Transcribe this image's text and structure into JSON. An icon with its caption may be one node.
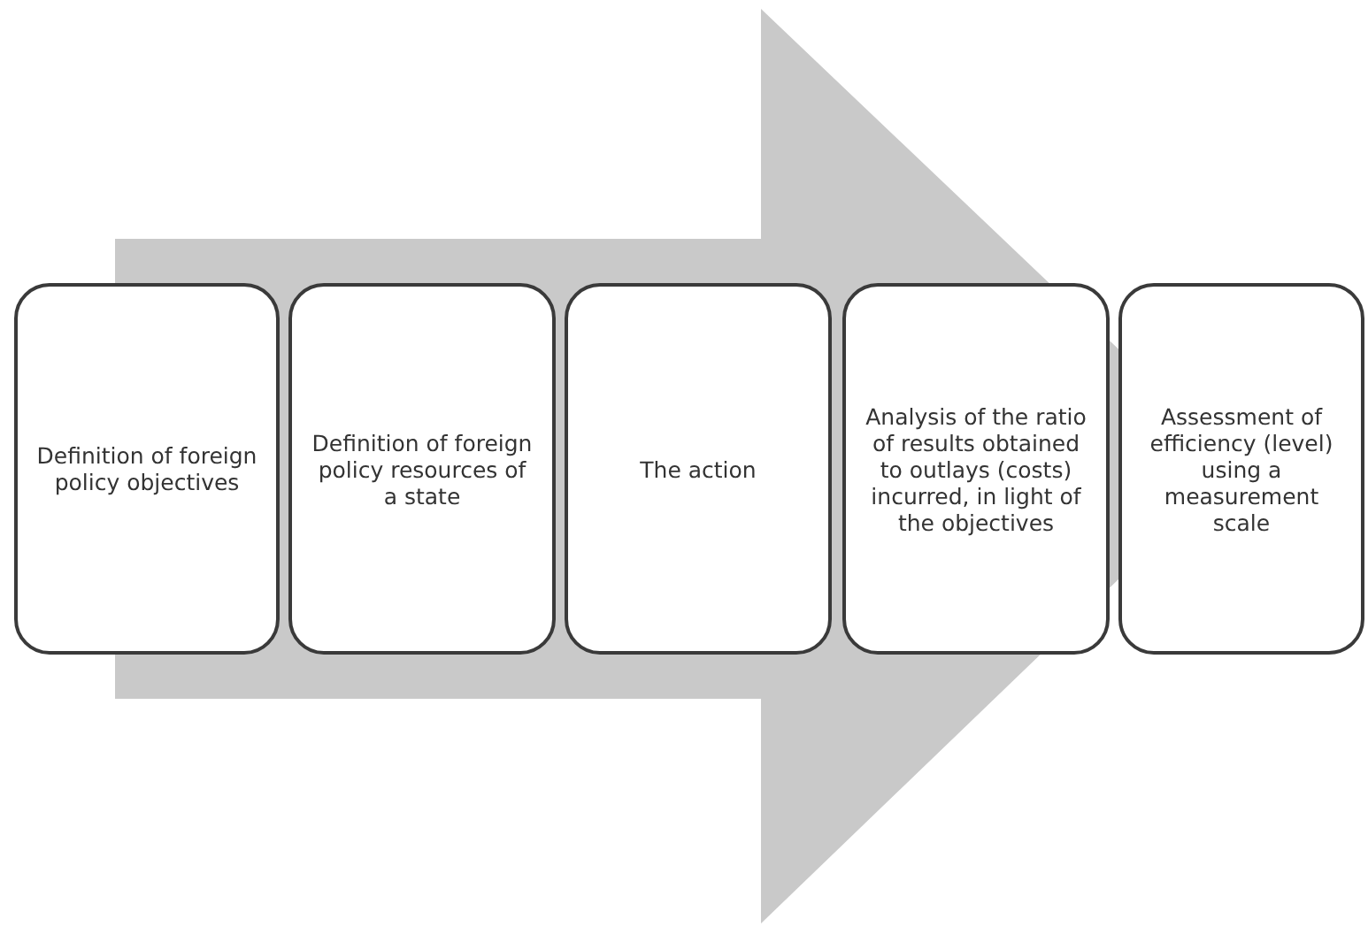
{
  "diagram": {
    "nodes": [
      {
        "text": [
          "Definition of foreign policy objectives"
        ]
      },
      {
        "text": [
          "Definition of foreign policy resources of a state"
        ]
      },
      {
        "text": [
          "The action"
        ]
      },
      {
        "text": [
          "Analysis of the ratio of results obtained to outlays (costs) incurred, in light of the objectives"
        ]
      },
      {
        "text": [
          "Assessment of efficiency (level) using a measurement scale"
        ]
      }
    ],
    "edges": [
      {
        "from": 0,
        "to": 4,
        "arrow": "to"
      }
    ]
  }
}
